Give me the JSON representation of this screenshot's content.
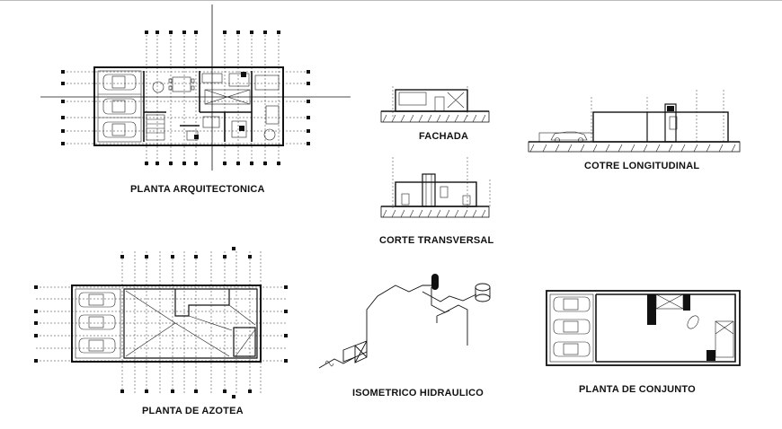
{
  "drawing": {
    "labels": {
      "planta_arquitectonica": "PLANTA ARQUITECTONICA",
      "fachada": "FACHADA",
      "corte_transversal": "CORTE TRANSVERSAL",
      "corte_longitudinal": "COTRE LONGITUDINAL",
      "planta_azotea": "PLANTA DE AZOTEA",
      "isometrico": "ISOMETRICO HIDRAULICO",
      "planta_conjunto": "PLANTA DE CONJUNTO"
    },
    "colors": {
      "ink": "#111111",
      "background": "#ffffff"
    }
  }
}
